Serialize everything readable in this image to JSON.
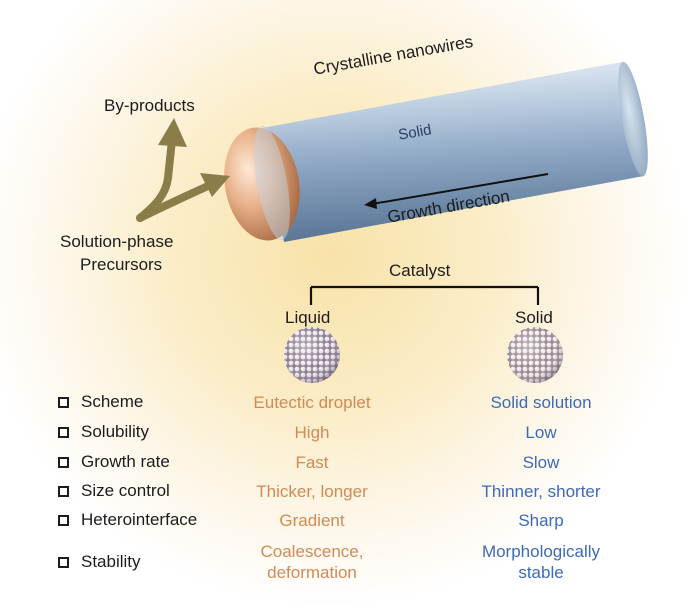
{
  "diagram": {
    "nanowire_label": "Crystalline nanowires",
    "solid_label": "Solid",
    "growth_label": "Growth direction",
    "byproducts_label": "By-products",
    "precursors_label_line1": "Solution-phase",
    "precursors_label_line2": "Precursors",
    "catalyst_label": "Catalyst",
    "liquid_label": "Liquid",
    "solid_catalyst_label": "Solid"
  },
  "table": {
    "rows": [
      {
        "label": "Scheme",
        "liquid": "Eutectic droplet",
        "solid": "Solid solution"
      },
      {
        "label": "Solubility",
        "liquid": "High",
        "solid": "Low"
      },
      {
        "label": "Growth rate",
        "liquid": "Fast",
        "solid": "Slow"
      },
      {
        "label": "Size control",
        "liquid": "Thicker, longer",
        "solid": "Thinner, shorter"
      },
      {
        "label": "Heterointerface",
        "liquid": "Gradient",
        "solid": "Sharp"
      },
      {
        "label": "Stability",
        "liquid_line1": "Coalescence,",
        "liquid_line2": "deformation",
        "solid_line1": "Morphologically",
        "solid_line2": "stable"
      }
    ]
  },
  "colors": {
    "liquid_text": "#d08a55",
    "solid_text": "#3d6ab8",
    "wire": "#9fb6d0",
    "tip": "#e8b088",
    "arrow": "#8a7d4a"
  }
}
